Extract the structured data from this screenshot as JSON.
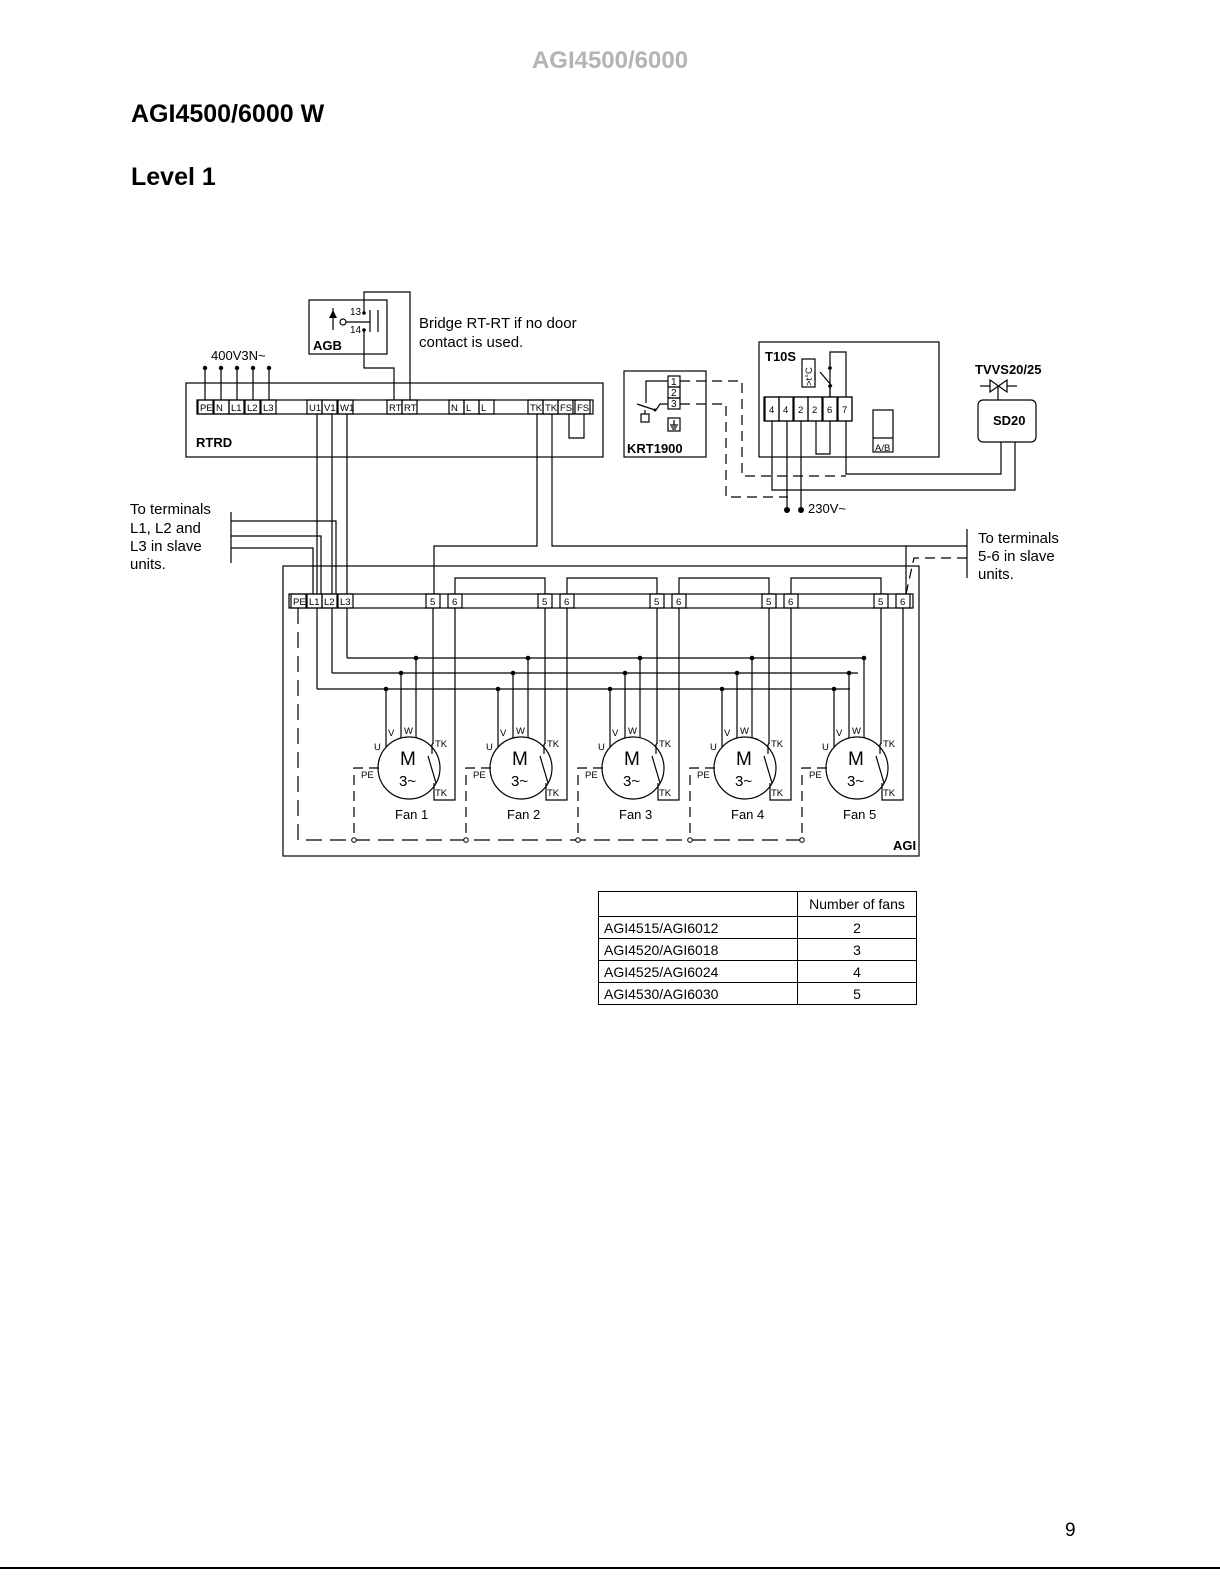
{
  "header": {
    "text": "AGI4500/6000"
  },
  "title": "AGI4500/6000 W",
  "subtitle": "Level 1",
  "page_number": "9",
  "diagram": {
    "agb": {
      "label": "AGB",
      "contact_top": "13",
      "contact_bottom": "14"
    },
    "bridge_note_line1": "Bridge RT-RT if no door",
    "bridge_note_line2": "contact is used.",
    "supply_label": "400V3N~",
    "rtrd": {
      "label": "RTRD",
      "terminals": [
        "PE",
        "N",
        "L1",
        "L2",
        "L3",
        "U1",
        "V1",
        "W1",
        "RT",
        "RT",
        "N",
        "L",
        "L",
        "TK",
        "TK",
        "FS",
        "FS"
      ]
    },
    "krt": {
      "label": "KRT1900",
      "terminals": [
        "1",
        "2",
        "3"
      ]
    },
    "t10s": {
      "label": "T10S",
      "terminals": [
        "4",
        "4",
        "2",
        "2",
        "6",
        "7"
      ],
      "temp_symbol": ">t°C",
      "ab_label": "A/B"
    },
    "tvvs": {
      "label": "TVVS20/25",
      "actuator": "SD20"
    },
    "voltage_label": "230V~",
    "left_note": [
      "To terminals",
      "L1, L2 and",
      "L3 in slave",
      "units."
    ],
    "right_note": [
      "To terminals",
      "5-6 in slave",
      "units."
    ],
    "agi": {
      "label": "AGI",
      "terminals_main": [
        "PE",
        "L1",
        "L2",
        "L3"
      ],
      "terminal_5": "5",
      "terminal_6": "6"
    },
    "motor": {
      "symbol": "M",
      "phase": "3~",
      "u": "U",
      "v": "V",
      "w": "W",
      "tk": "TK",
      "pe": "PE"
    },
    "fans": [
      "Fan 1",
      "Fan 2",
      "Fan 3",
      "Fan 4",
      "Fan 5"
    ]
  },
  "table": {
    "header": "Number of fans",
    "rows": [
      {
        "model": "AGI4515/AGI6012",
        "count": "2"
      },
      {
        "model": "AGI4520/AGI6018",
        "count": "3"
      },
      {
        "model": "AGI4525/AGI6024",
        "count": "4"
      },
      {
        "model": "AGI4530/AGI6030",
        "count": "5"
      }
    ]
  }
}
